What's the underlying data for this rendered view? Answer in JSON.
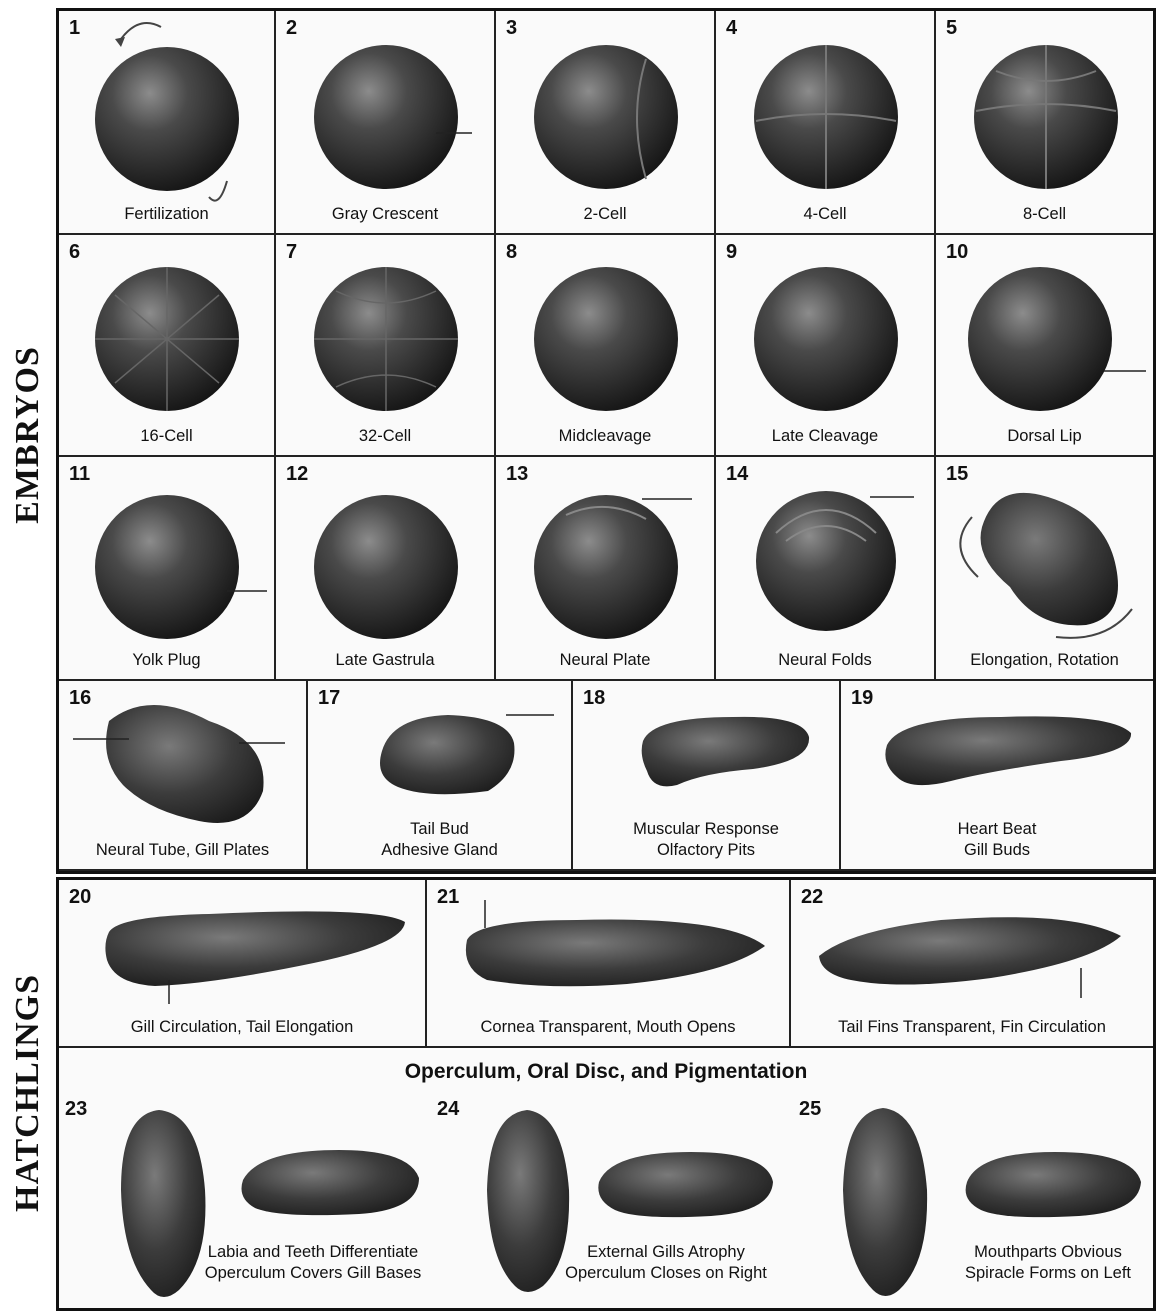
{
  "sections": {
    "embryos": "EMBRYOS",
    "hatchlings": "HATCHLINGS"
  },
  "stages": [
    {
      "num": "1",
      "caption": "Fertilization"
    },
    {
      "num": "2",
      "caption": "Gray Crescent"
    },
    {
      "num": "3",
      "caption": "2-Cell"
    },
    {
      "num": "4",
      "caption": "4-Cell"
    },
    {
      "num": "5",
      "caption": "8-Cell"
    },
    {
      "num": "6",
      "caption": "16-Cell"
    },
    {
      "num": "7",
      "caption": "32-Cell"
    },
    {
      "num": "8",
      "caption": "Midcleavage"
    },
    {
      "num": "9",
      "caption": "Late Cleavage"
    },
    {
      "num": "10",
      "caption": "Dorsal Lip"
    },
    {
      "num": "11",
      "caption": "Yolk Plug"
    },
    {
      "num": "12",
      "caption": "Late Gastrula"
    },
    {
      "num": "13",
      "caption": "Neural Plate"
    },
    {
      "num": "14",
      "caption": "Neural Folds"
    },
    {
      "num": "15",
      "caption": "Elongation, Rotation"
    },
    {
      "num": "16",
      "caption": "Neural Tube, Gill Plates"
    },
    {
      "num": "17",
      "caption_line1": "Tail Bud",
      "caption_line2": "Adhesive Gland"
    },
    {
      "num": "18",
      "caption_line1": "Muscular Response",
      "caption_line2": "Olfactory Pits"
    },
    {
      "num": "19",
      "caption_line1": "Heart Beat",
      "caption_line2": "Gill Buds"
    },
    {
      "num": "20",
      "caption": "Gill Circulation, Tail Elongation"
    },
    {
      "num": "21",
      "caption": "Cornea Transparent, Mouth Opens"
    },
    {
      "num": "22",
      "caption": "Tail Fins Transparent, Fin Circulation"
    }
  ],
  "operculum_title": "Operculum, Oral Disc, and Pigmentation",
  "late_stages": [
    {
      "num": "23",
      "caption_line1": "Labia and Teeth Differentiate",
      "caption_line2": "Operculum Covers Gill Bases"
    },
    {
      "num": "24",
      "caption_line1": "External Gills Atrophy",
      "caption_line2": "Operculum Closes on Right"
    },
    {
      "num": "25",
      "caption_line1": "Mouthparts Obvious",
      "caption_line2": "Spiracle Forms on Left"
    }
  ]
}
